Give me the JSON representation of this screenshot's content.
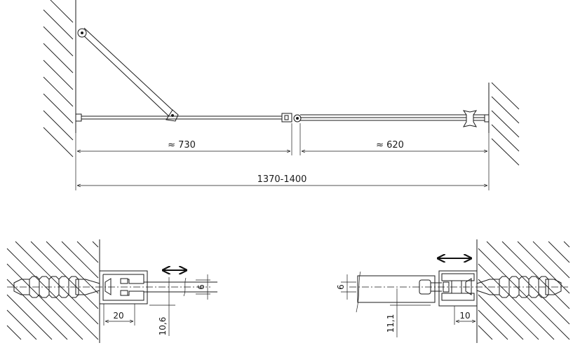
{
  "top_view": {
    "dim_left": "≈ 730",
    "dim_right": "≈ 620",
    "dim_total": "1370-1400"
  },
  "detail_left": {
    "dim_width": "20",
    "dim_offset": "10,6",
    "dim_thickness": "6"
  },
  "detail_right": {
    "dim_width": "10",
    "dim_offset": "11,1",
    "dim_thickness": "6"
  },
  "icons": {
    "adjust_arrow": "double-arrow-icon"
  }
}
